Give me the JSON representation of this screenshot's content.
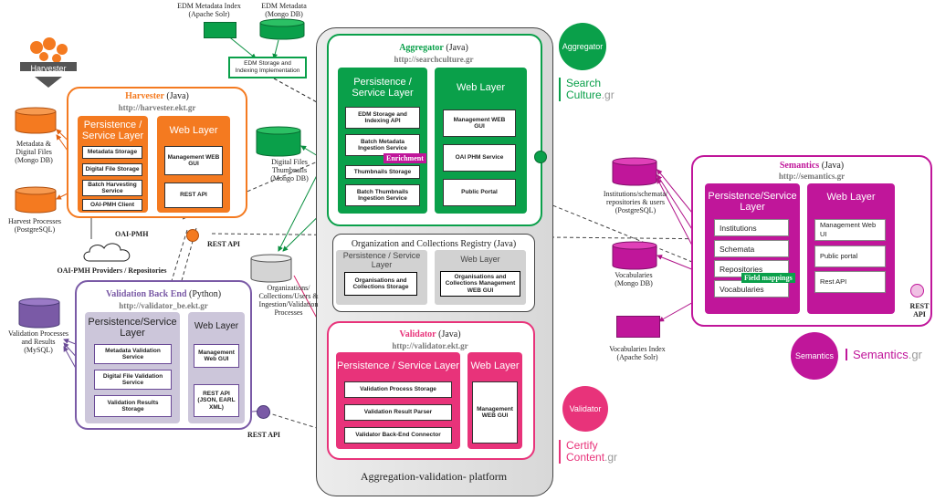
{
  "top": {
    "edm_index": "EDM Metadata Index\n(Apache Solr)",
    "edm_metadata": "EDM Metadata\n(Mongo DB)",
    "edm_storage_impl": "EDM Storage and\nIndexing Implementation"
  },
  "harvester": {
    "logo_label": "Harvester",
    "title": "Harvester",
    "title_suffix": " (Java)",
    "url": "http://harvester.ekt.gr",
    "persistence": "Persistence /\nService Layer",
    "web": "Web Layer",
    "p_boxes": [
      "Metadata Storage",
      "Digital File Storage",
      "Batch Harvesting\nService",
      "OAI-PMH Client"
    ],
    "w_boxes": [
      "Management WEB\nGUI",
      "REST API"
    ],
    "rest": "REST API",
    "oai_pmh": "OAI-PMH",
    "providers": "OAI-PMH Providers / Repositories",
    "db1": "Metadata &\nDigital Files\n(Mongo DB)",
    "db2": "Harvest Processes\n(PostgreSQL)"
  },
  "aggregator": {
    "title": "Aggregator",
    "title_suffix": " (Java)",
    "url": "http://searchculture.gr",
    "persistence": "Persistence /\nService Layer",
    "web": "Web Layer",
    "p_boxes": [
      "EDM Storage and\nIndexing API",
      "Batch Metadata\nIngestion Service",
      "Thumbnails Storage",
      "Batch Thumbnails\nIngestion Service"
    ],
    "w_boxes": [
      "Management WEB\nGUI",
      "OAI PHM Service",
      "Public Portal"
    ],
    "enrichment": "Enrichment",
    "thumbs_db": "Digital Files\nThumbnails\n(Mongo DB)",
    "logo_label": "Aggregator",
    "brand1": "Search",
    "brand2": "Culture",
    "brand3": ".gr"
  },
  "registry": {
    "title": "Organization and Collections Registry (Java)",
    "persistence": "Persistence / Service\nLayer",
    "web": "Web Layer",
    "p_box": "Organisations and\nCollections Storage",
    "w_box": "Organisations and\nCollections Management\nWEB GUI",
    "db": "Organizations/\nCollections/Users &\nIngestion/Validation\nProcesses"
  },
  "validator": {
    "title": "Validator",
    "title_suffix": " (Java)",
    "url": "http://validator.ekt.gr",
    "persistence": "Persistence / Service Layer",
    "web": "Web Layer",
    "p_boxes": [
      "Validation Process Storage",
      "Validation Result Parser",
      "Validator Back-End Connector"
    ],
    "w_box": "Management\nWEB GUI",
    "logo_label": "Validator",
    "brand1": "Certify",
    "brand2": "Content",
    "brand3": ".gr"
  },
  "backend": {
    "title": "Validation Back End",
    "title_suffix": " (Python)",
    "url": "http://validator_be.ekt.gr",
    "persistence": "Persistence/Service\nLayer",
    "web": "Web Layer",
    "p_boxes": [
      "Metadata Validation\nService",
      "Digital File Validation\nService",
      "Validation Results\nStorage"
    ],
    "w_boxes": [
      "Management\nWeb GUI",
      "REST API\n(JSON, EARL\nXML)"
    ],
    "rest": "REST API",
    "db": "Validation Processes\nand Results\n(MySQL)"
  },
  "semantics": {
    "title": "Semantics",
    "title_suffix": " (Java)",
    "url": "http://semantics.gr",
    "persistence": "Persistence/Service\nLayer",
    "web": "Web Layer",
    "p_boxes": [
      "Institutions",
      "Schemata",
      "Repositories",
      "Vocabularies"
    ],
    "w_boxes": [
      "Management Web\nUI",
      "Public portal",
      "Rest API"
    ],
    "field_mappings": "Field mappings",
    "rest": "REST\nAPI",
    "db1": "Institutions/schemata/\nrepositories & users\n(PostgreSQL)",
    "db2": "Vocabularies\n(Mongo DB)",
    "index": "Vocabularies Index\n(Apache Solr)",
    "logo_label": "Semantics",
    "brand1": "Semantics",
    "brand2": ".gr"
  },
  "platform": {
    "label": "Aggregation-validation- platform"
  },
  "colors": {
    "harvester": "#f47a20",
    "aggregator": "#0aa04a",
    "validator": "#e8337a",
    "backend": "#7a5aa6",
    "semantics": "#c0169a",
    "grey": "#d6d6d6"
  }
}
